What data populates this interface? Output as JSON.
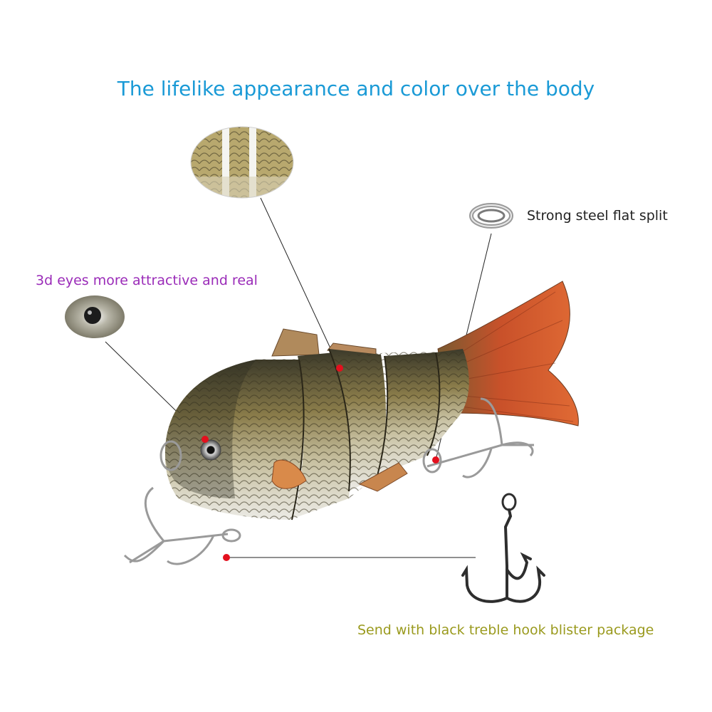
{
  "title": "The lifelike appearance and color over the body",
  "callouts": {
    "eyes": "3d eyes more attractive and real",
    "split_ring": "Strong steel flat split",
    "hook": "Send with black treble hook blister package"
  },
  "colors": {
    "title": "#1a9ad6",
    "eyes": "#9a2bb8",
    "split_ring": "#222222",
    "hook": "#9a9a1e",
    "marker": "#e3101e",
    "tail": "#d4512a"
  }
}
